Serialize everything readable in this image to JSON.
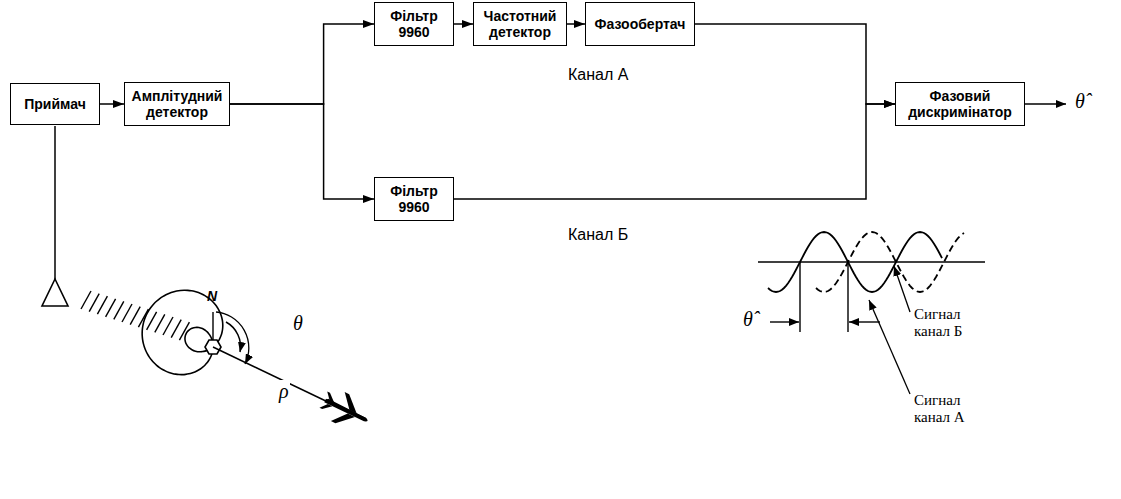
{
  "diagram": {
    "nodes": [
      {
        "text": [
          "Приймач"
        ]
      },
      {
        "text": [
          "Амплітудний детектор"
        ]
      },
      {
        "text": [
          "Фільтр 9960"
        ]
      },
      {
        "text": [
          "Частотний детектор"
        ]
      },
      {
        "text": [
          "Фазообертач"
        ]
      },
      {
        "text": [
          "Фільтр 9960"
        ]
      },
      {
        "text": [
          "Фазовий дискримінатор"
        ]
      }
    ],
    "edges": [
      {
        "from": 0,
        "to": 1,
        "arrow": "to"
      },
      {
        "from": 1,
        "to": 2,
        "arrow": "to"
      },
      {
        "from": 1,
        "to": 5,
        "arrow": "to"
      },
      {
        "from": 2,
        "to": 3,
        "arrow": "to"
      },
      {
        "from": 3,
        "to": 4,
        "arrow": "to"
      },
      {
        "from": 4,
        "to": 6,
        "arrow": "to"
      },
      {
        "from": 5,
        "to": 6,
        "arrow": "to"
      }
    ],
    "labels": [
      "Канал А",
      "Канал Б",
      "N",
      "θ",
      "ρ",
      "θ̂",
      "θ̂",
      "Сигнал канал Б",
      "Сигнал канал А"
    ]
  }
}
